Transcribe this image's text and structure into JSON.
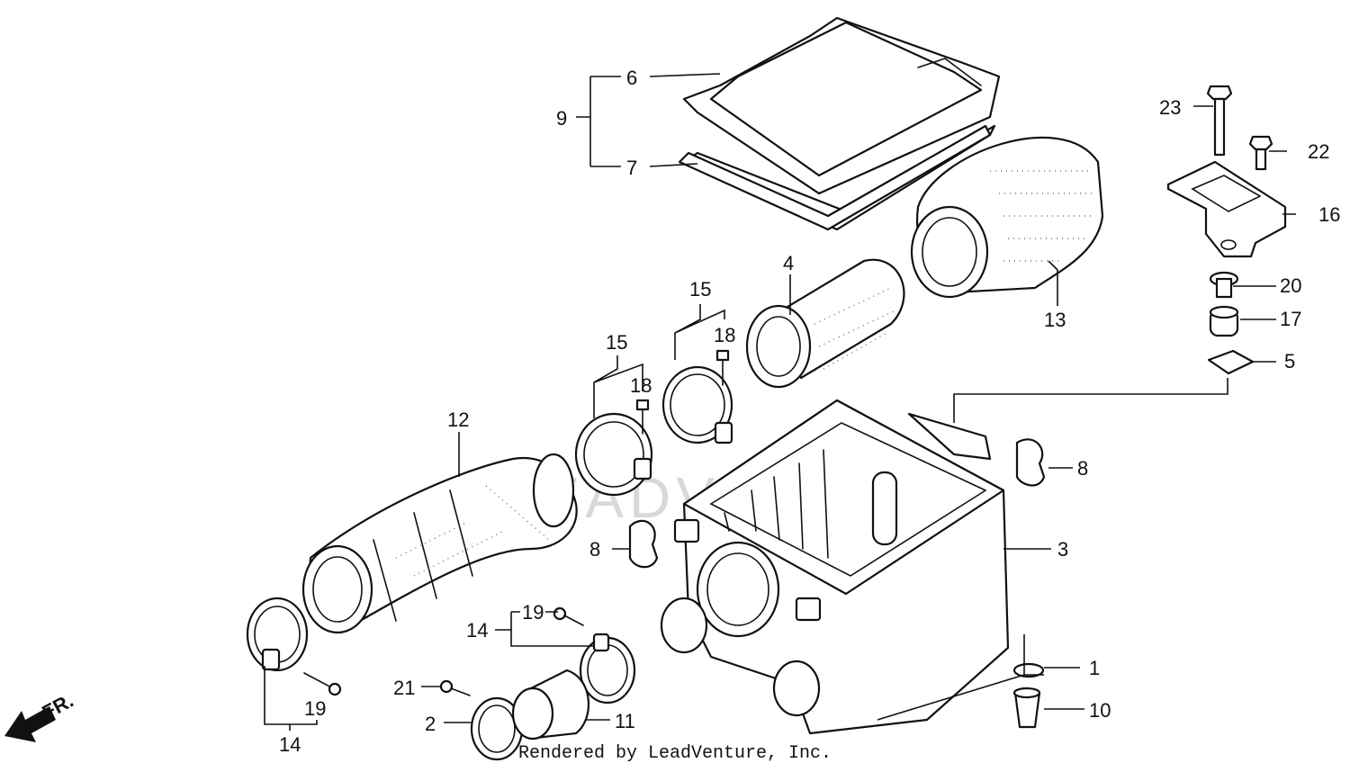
{
  "watermark_text": "LEADVENTURE",
  "direction_label": "FR.",
  "footer_text": "Rendered by LeadVenture, Inc.",
  "callouts": {
    "c6": "6",
    "c9": "9",
    "c7": "7",
    "c23": "23",
    "c22": "22",
    "c16": "16",
    "c4": "4",
    "c13": "13",
    "c15a": "15",
    "c15b": "15",
    "c18a": "18",
    "c18b": "18",
    "c20": "20",
    "c17": "17",
    "c5": "5",
    "c12": "12",
    "c8a": "8",
    "c8b": "8",
    "c3": "3",
    "c19a": "19",
    "c14a": "14",
    "c19b": "19",
    "c14b": "14",
    "c21": "21",
    "c2": "2",
    "c11": "11",
    "c1": "1",
    "c10": "10"
  }
}
